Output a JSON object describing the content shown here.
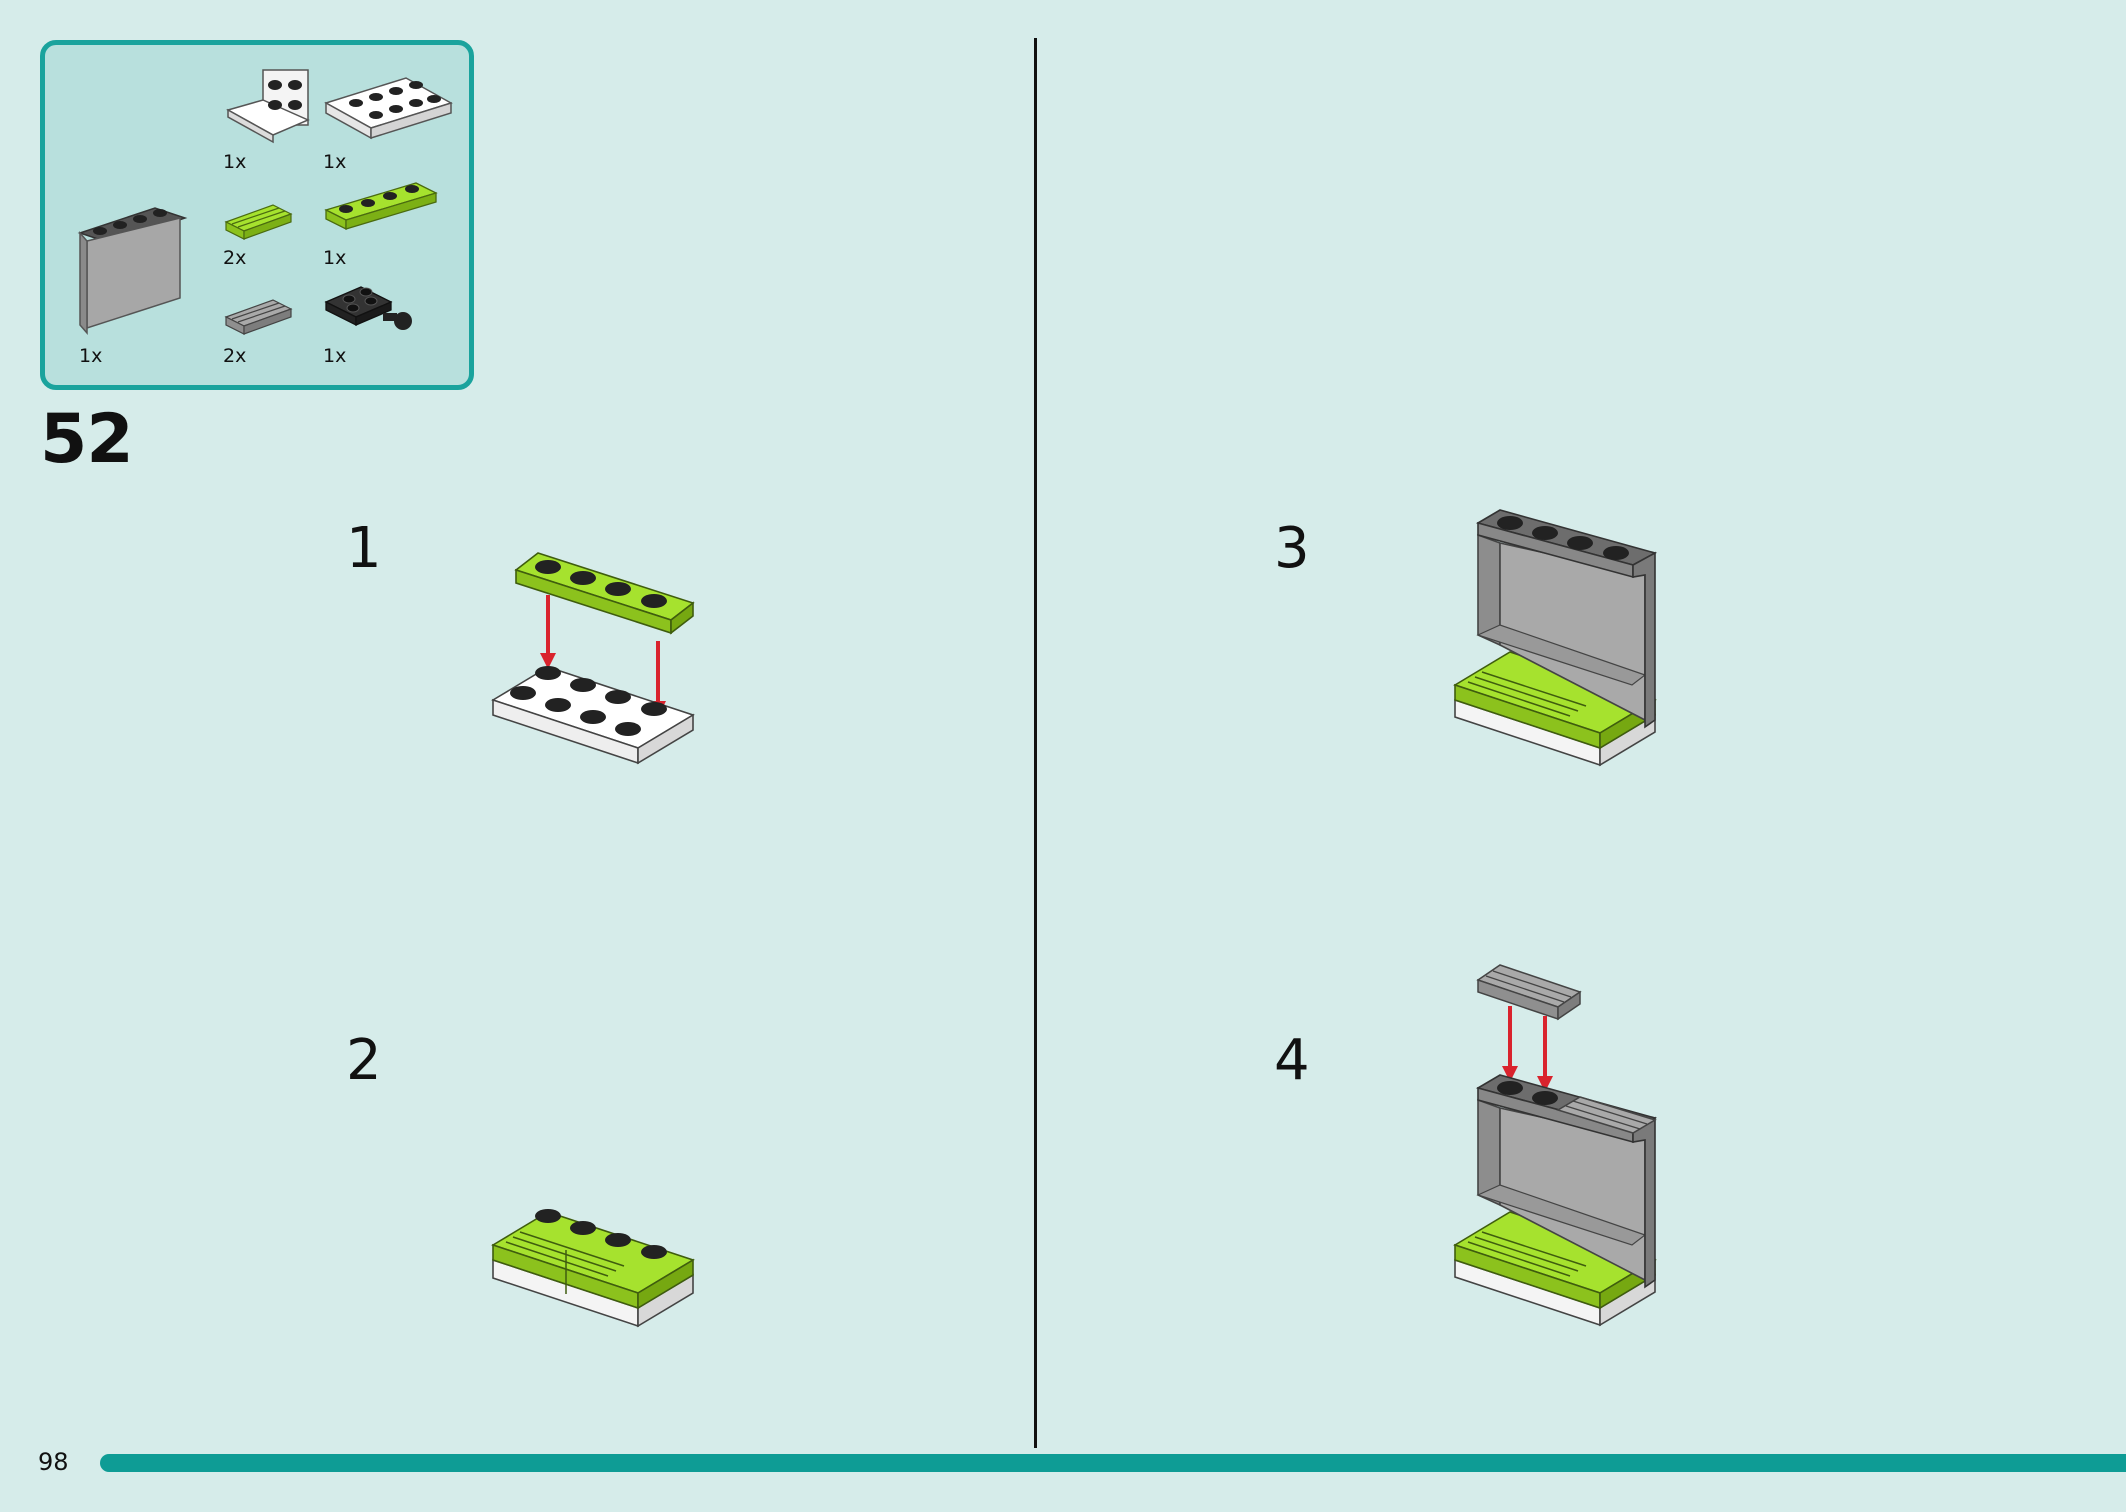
{
  "parts_list": {
    "items": [
      {
        "name": "white-bracket-1x2-2x2",
        "qty": "1x"
      },
      {
        "name": "white-plate-2x4",
        "qty": "1x"
      },
      {
        "name": "gray-panel-1x4x3",
        "qty": "1x"
      },
      {
        "name": "lime-grille-tile-1x2",
        "qty": "2x"
      },
      {
        "name": "lime-plate-1x4",
        "qty": "1x"
      },
      {
        "name": "gray-grille-tile-1x2",
        "qty": "2x"
      },
      {
        "name": "black-plate-2x2-with-pin",
        "qty": "1x"
      }
    ]
  },
  "step": {
    "number": "52"
  },
  "substeps": [
    {
      "label": "1"
    },
    {
      "label": "2"
    },
    {
      "label": "3"
    },
    {
      "label": "4"
    }
  ],
  "page": {
    "number": "98"
  },
  "colors": {
    "background": "#d6ecea",
    "parts_box_fill": "#b8e0dd",
    "parts_box_border": "#1aa39d",
    "bar": "#0e9c95",
    "lime": "#a6e22e",
    "arrow": "#d9232d"
  }
}
